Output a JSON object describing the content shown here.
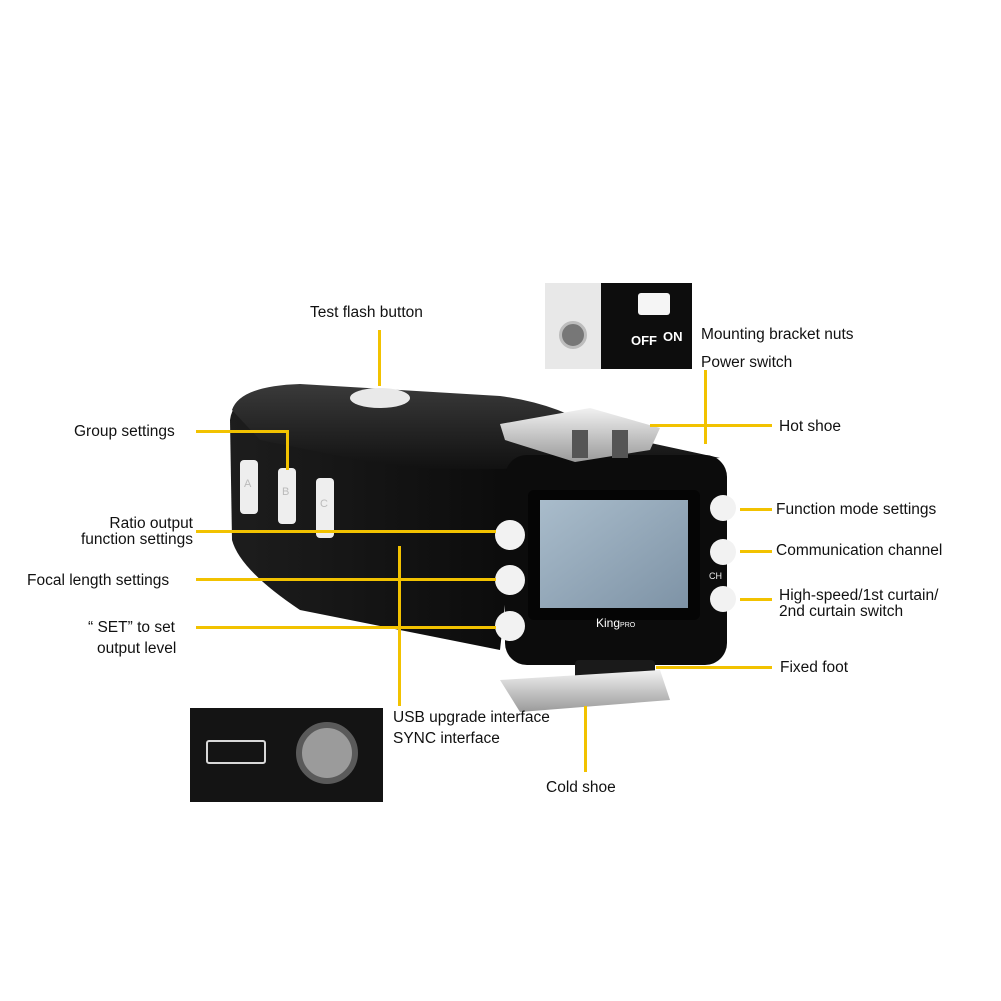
{
  "labels": {
    "test_flash": "Test flash button",
    "group_settings": "Group settings",
    "ratio_output_1": "Ratio output",
    "ratio_output_2": "function settings",
    "focal_length": "Focal length settings",
    "set_1": "“ SET”   to set",
    "set_2": "output level",
    "mounting_nuts": "Mounting bracket nuts",
    "power_switch": "Power switch",
    "hot_shoe": "Hot shoe",
    "function_mode": "Function mode settings",
    "comm_channel": "Communication channel",
    "hss_1": "High-speed/1st curtain/",
    "hss_2": "2nd curtain switch",
    "fixed_foot": "Fixed foot",
    "usb": "USB upgrade interface",
    "sync": "SYNC interface",
    "cold_shoe": "Cold shoe"
  },
  "device": {
    "brand": "King",
    "brand_sup": "PRO",
    "btn_a": "A",
    "btn_b": "B",
    "btn_c": "C",
    "ch_label": "CH",
    "off_label": "OFF",
    "on_label": "ON"
  },
  "colors": {
    "leader": "#f2c200",
    "body": "#151515",
    "lcd": "#8ea2b3"
  }
}
